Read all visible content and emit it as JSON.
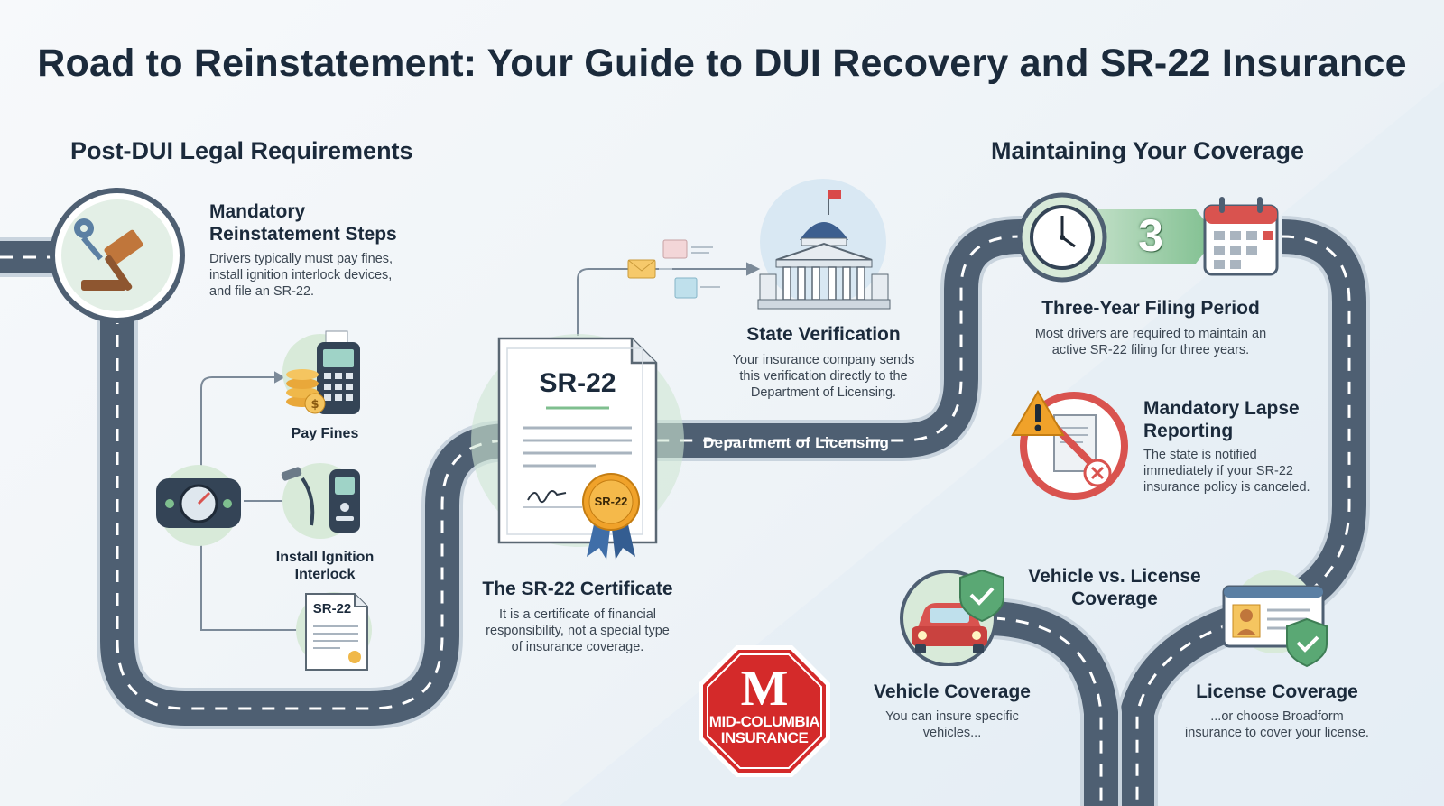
{
  "title": "Road to Reinstatement: Your Guide to DUI Recovery and SR-22 Insurance",
  "sections": {
    "left": "Post-DUI Legal Requirements",
    "right": "Maintaining Your Coverage"
  },
  "mandatory": {
    "title_line1": "Mandatory",
    "title_line2": "Reinstatement Steps",
    "line1": "Drivers typically must pay fines,",
    "line2": "install ignition interlock devices,",
    "line3": "and file an SR-22."
  },
  "steps": {
    "pay_fines": "Pay Fines",
    "interlock_line1": "Install Ignition",
    "interlock_line2": "Interlock",
    "sr22_doc": "SR-22"
  },
  "certificate": {
    "doc_title": "SR-22",
    "seal_text": "SR-22",
    "title": "The SR-22 Certificate",
    "line1": "It is a certificate of financial",
    "line2": "responsibility, not a special type",
    "line3": "of insurance coverage."
  },
  "road_label": "Department of Licensing",
  "verification": {
    "title": "State Verification",
    "line1": "Your insurance company sends",
    "line2": "this verification directly to the",
    "line3": "Department of Licensing."
  },
  "filing": {
    "number": "3",
    "title": "Three-Year Filing Period",
    "line1": "Most drivers are required to maintain an",
    "line2": "active SR-22 filing for three years."
  },
  "lapse": {
    "title_line1": "Mandatory Lapse",
    "title_line2": "Reporting",
    "line1": "The state is notified",
    "line2": "immediately if your SR-22",
    "line3": "insurance policy is canceled."
  },
  "versus": {
    "line1": "Vehicle vs. License",
    "line2": "Coverage"
  },
  "vehicle": {
    "title": "Vehicle Coverage",
    "line1": "You can insure specific",
    "line2": "vehicles..."
  },
  "license": {
    "title": "License Coverage",
    "line1": "...or choose Broadform",
    "line2": "insurance to cover your license."
  },
  "logo": {
    "letter": "M",
    "line1": "MID-COLUMBIA",
    "line2": "INSURANCE"
  },
  "icons": [
    "gavel-icon",
    "key-icon",
    "payment-terminal-icon",
    "coins-icon",
    "dashboard-icon",
    "breathalyzer-icon",
    "document-icon",
    "capitol-building-icon",
    "envelope-icon",
    "clock-icon",
    "calendar-icon",
    "warning-icon",
    "no-document-icon",
    "car-icon",
    "shield-check-icon",
    "id-card-icon",
    "ribbon-seal-icon"
  ],
  "colors": {
    "road": "#4e5f72",
    "road_edge": "#c9d4de",
    "title": "#1b2a3b",
    "logo_red": "#d42a2a",
    "accent_green": "#7fbf8f",
    "warning_orange": "#f0a22a",
    "prohibit_red": "#d9534f"
  }
}
